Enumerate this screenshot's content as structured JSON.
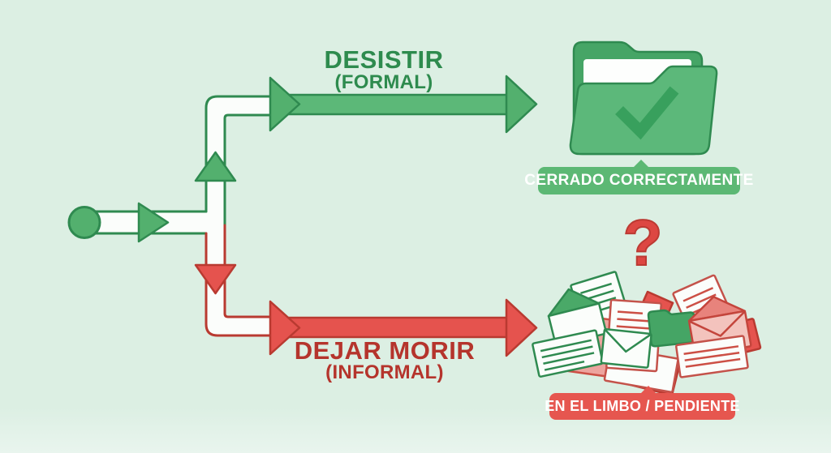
{
  "colors": {
    "bg": "#dcefe3",
    "green": "#53b06e",
    "green-bar": "#5cb878",
    "green-dark": "#2f8a50",
    "green-text": "#2e8b4e",
    "red": "#e5534e",
    "red-dark": "#b93a31",
    "red-text": "#b5342c",
    "badge-green-bg": "#5cb874",
    "badge-red-bg": "#e6564f",
    "badge-text": "#ffffff",
    "qmark": "#dd4742",
    "pink-paper": "#eda49e",
    "white-paper": "#fbfdfb"
  },
  "flow": {
    "start_icon": "circle-node",
    "branch_formal": {
      "label": "DESISTIR",
      "sublabel": "(FORMAL)",
      "outcome_badge": "CERRADO CORRECTAMENTE",
      "outcome_icon": "folder-check"
    },
    "branch_informal": {
      "label": "DEJAR MORIR",
      "sublabel": "(INFORMAL)",
      "outcome_badge": "EN EL LIMBO / PENDIENTE",
      "outcome_icon": "paper-pile",
      "question_mark": "?"
    }
  }
}
